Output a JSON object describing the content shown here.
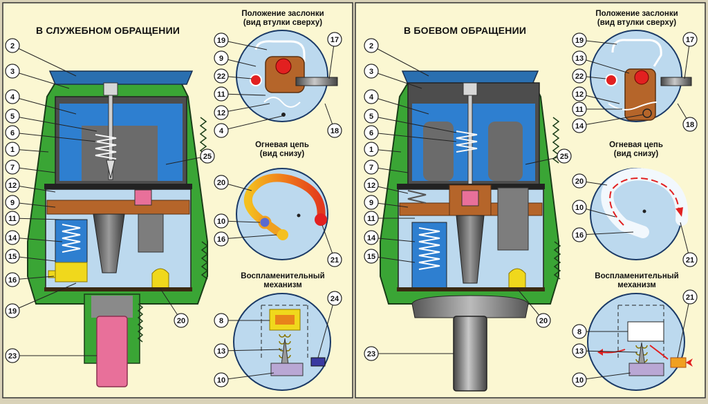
{
  "left_panel": {
    "title": "В СЛУЖЕБНОМ ОБРАЩЕНИИ",
    "shutter_title_1": "Положение заслонки",
    "shutter_title_2": "(вид втулки сверху)",
    "fire_title_1": "Огневая цепь",
    "fire_title_2": "(вид снизу)",
    "igniter_title_1": "Воспламенительный",
    "igniter_title_2": "механизм",
    "callouts_main": [
      "2",
      "3",
      "4",
      "5",
      "6",
      "1",
      "7",
      "12",
      "9",
      "11",
      "14",
      "15",
      "16",
      "19",
      "23",
      "25",
      "20"
    ],
    "callouts_shutter": [
      "19",
      "9",
      "22",
      "11",
      "12",
      "4",
      "17",
      "18"
    ],
    "callouts_fire": [
      "20",
      "10",
      "16",
      "21"
    ],
    "callouts_igniter": [
      "8",
      "13",
      "10",
      "24"
    ]
  },
  "right_panel": {
    "title": "В БОЕВОМ ОБРАЩЕНИИ",
    "shutter_title_1": "Положение заслонки",
    "shutter_title_2": "(вид втулки сверху)",
    "fire_title_1": "Огневая цепь",
    "fire_title_2": "(вид снизу)",
    "igniter_title_1": "Воспламенительный",
    "igniter_title_2": "механизм",
    "callouts_main": [
      "2",
      "3",
      "4",
      "5",
      "6",
      "1",
      "7",
      "12",
      "9",
      "11",
      "14",
      "15",
      "23",
      "25",
      "20"
    ],
    "callouts_shutter": [
      "19",
      "13",
      "22",
      "12",
      "11",
      "14",
      "17",
      "18"
    ],
    "callouts_fire": [
      "20",
      "10",
      "16",
      "21"
    ],
    "callouts_igniter": [
      "8",
      "13",
      "10",
      "21"
    ]
  },
  "colors": {
    "background": "#fbf7d2",
    "housing_green": "#3aa535",
    "body_blue": "#2e7fd0",
    "cap_blue": "#2a6fb0",
    "circle_fill": "#bcd9ee",
    "slider_brown": "#b5652a",
    "detonator_pink": "#e8709a",
    "igniter_yellow": "#f0d81c"
  }
}
